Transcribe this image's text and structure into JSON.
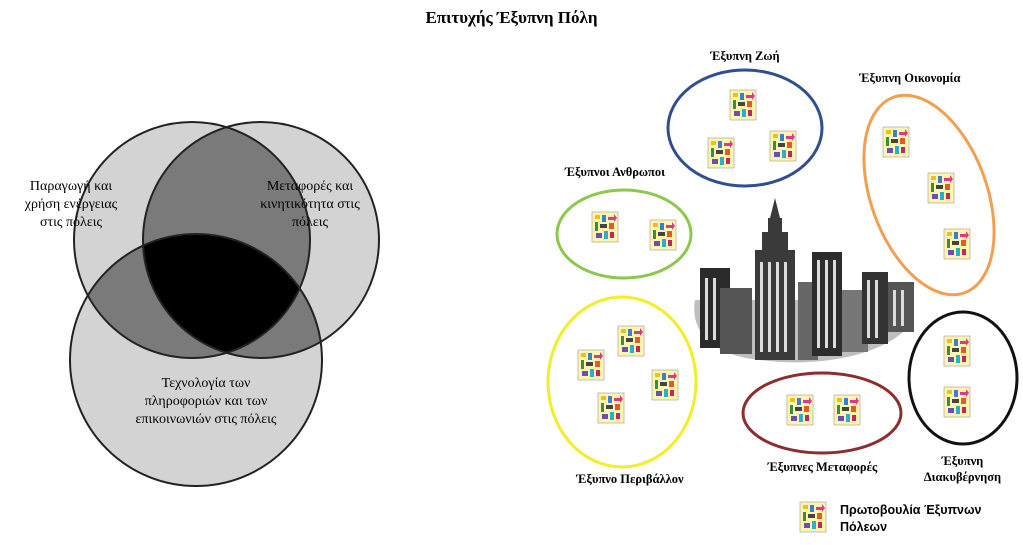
{
  "title": "Επιτυχής Έξυπνη Πόλη",
  "venn": {
    "circle_energy": "Παραγωγή και χρήση ενέργειας στις πόλεις",
    "circle_transport": "Μεταφορές και κινητικότητα στις πόλεις",
    "circle_ict": "Τεχνολογία των πληροφοριών και των επικοινωνιών στις πόλεις"
  },
  "groups": {
    "living": "Έξυπνη Ζωή",
    "economy": "Έξυπνη Οικονομία",
    "people": "Έξυπνοι Ανθρωποι",
    "environment": "Έξυπνο Περιβάλλον",
    "mobility": "Έξυπνες Μεταφορές",
    "governance_1": "Έξυπνη",
    "governance_2": "Διακυβέρνηση"
  },
  "legend": {
    "line1": "Πρωτοβουλία Έξυπνων",
    "line2": "Πόλεων"
  },
  "colors": {
    "living": "#2f4f8f",
    "economy": "#f0a050",
    "people": "#8cc84b",
    "environment": "#f2ee2a",
    "mobility": "#8b2e2e",
    "governance": "#111111"
  },
  "icon_name": "smart-city-initiative-icon"
}
